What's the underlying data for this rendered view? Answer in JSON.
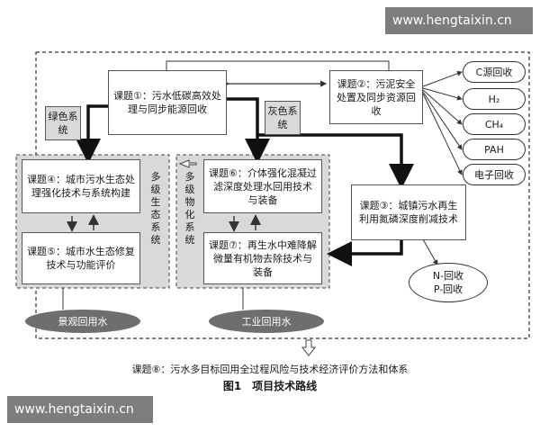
{
  "watermark": {
    "text": "www.hengtaixin.cn"
  },
  "tasks": {
    "t1": "课题①：污水低碳高效处理与同步能源回收",
    "t2": "课题②：污泥安全处置及同步资源回收",
    "t3": "课题③：城镇污水再生利用氮磷深度削减技术",
    "t4": "课题④：城市污水生态处理强化技术与系统构建",
    "t5": "课题⑤：城市水生态修复技术与功能评价",
    "t6": "课题⑥：介体强化混凝过滤深度处理水回用技术与装备",
    "t7": "课题⑦：再生水中难降解微量有机物去除技术与装备"
  },
  "labels": {
    "green": "绿色系统",
    "gray": "灰色系统",
    "multi_eco": "多级生态系统",
    "multi_phys": "多级物化系统"
  },
  "recovery": [
    "C源回收",
    "H₂",
    "CH₄",
    "PAH",
    "电子回收"
  ],
  "outputs": {
    "landscape": "景观回用水",
    "industrial": "工业回用水",
    "n": "N-回收",
    "p": "P-回收"
  },
  "footer": {
    "task8": "课题⑧：污水多目标回用全过程风险与技术经济评价方法和体系",
    "figure": "图1　项目技术路线"
  }
}
